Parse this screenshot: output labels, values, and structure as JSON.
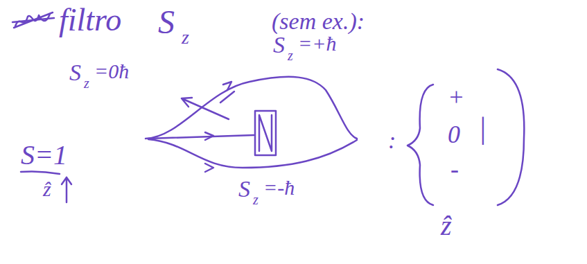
{
  "diagram": {
    "labels": [
      "filtro",
      "S",
      "z",
      "(sem ex.):",
      "S",
      "z",
      "=0ħ",
      "S",
      "z",
      "=+ħ",
      "S",
      "z",
      "=-ħ",
      "S=1",
      "ẑ",
      ":",
      "+",
      "0",
      "-",
      "|",
      "ẑ"
    ]
  }
}
